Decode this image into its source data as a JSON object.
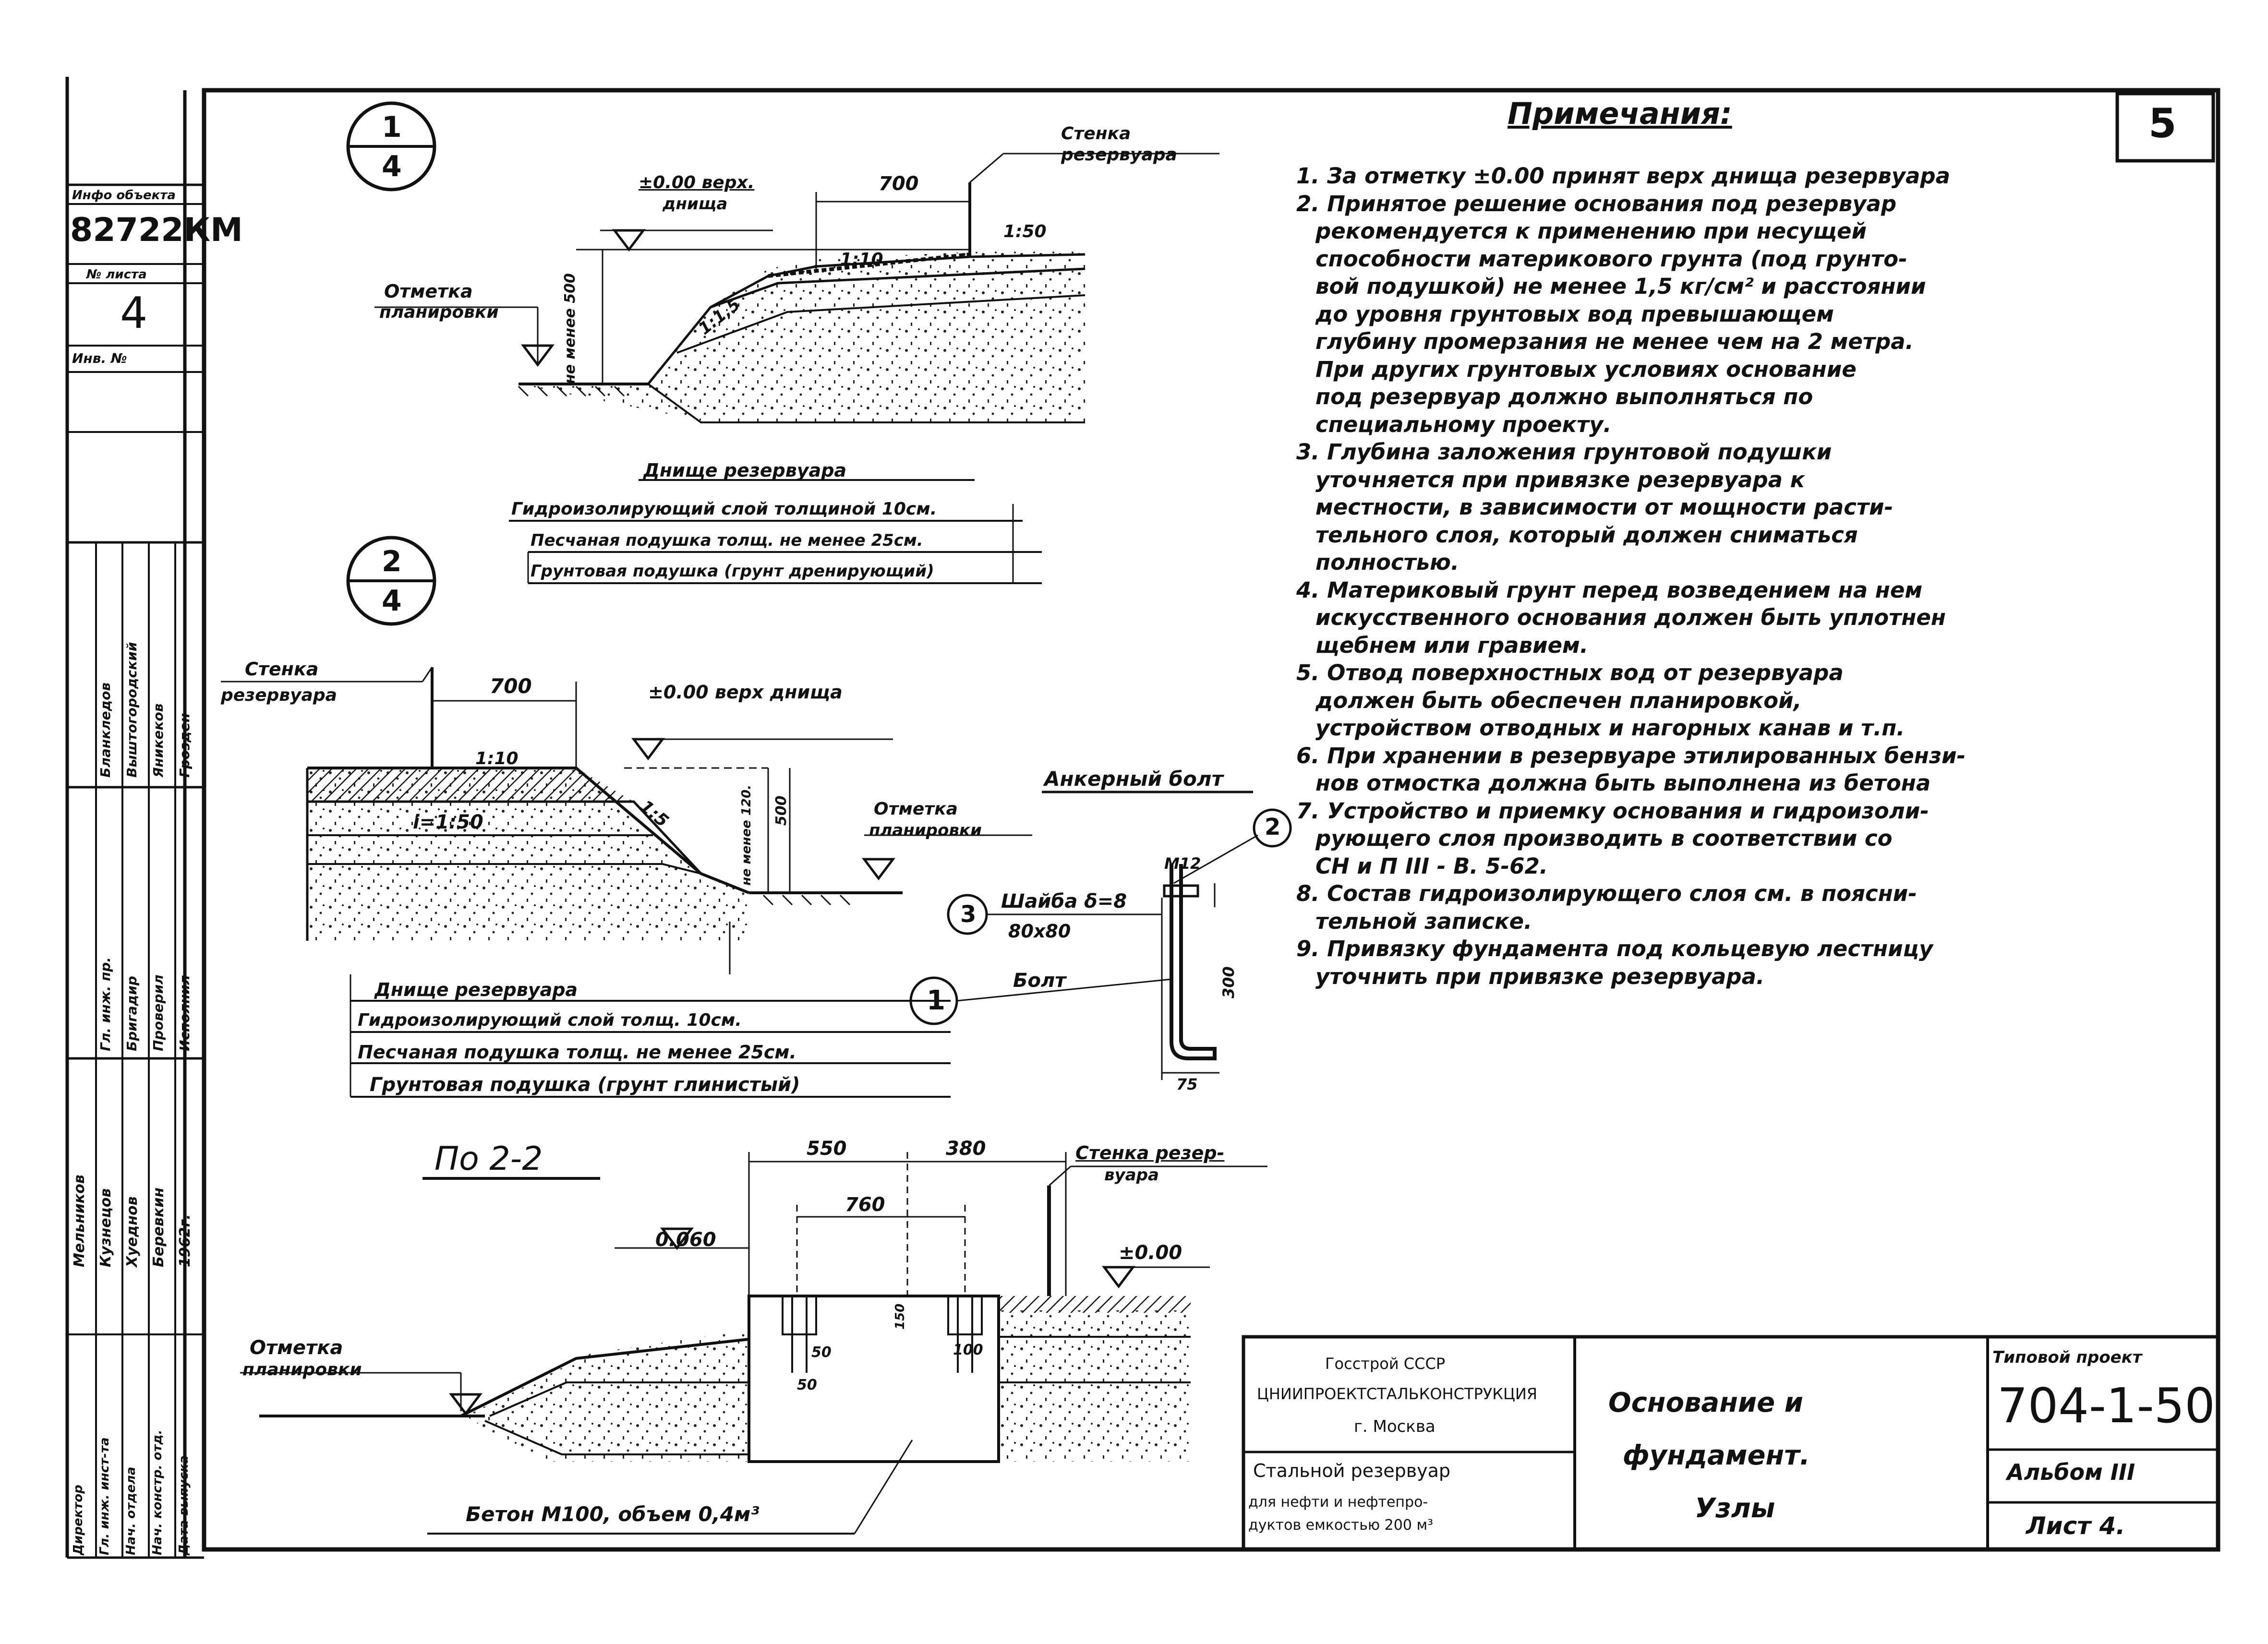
{
  "sheet_number": "5",
  "side_stamp": {
    "header1": "Инфо объекта",
    "code": "82722КМ",
    "header2": "№ листа",
    "sheet_no": "4",
    "header3": "Инв. №"
  },
  "side_roles": [
    "Директор",
    "Гл. инж. инст-та",
    "Нач. отдела",
    "Нач. констр. отд.",
    "Дата выпуска"
  ],
  "side_names": [
    "Мельников",
    "Кузнецов",
    "Хуеднов",
    "Беревкин",
    "1962г."
  ],
  "side_roles2": [
    "Гл. инж. пр.",
    "Бригадир",
    "Проверил",
    "Исполнил"
  ],
  "side_names2": [
    "Бланкледов",
    "Выштогородский",
    "Яникеков",
    "Грозден"
  ],
  "notes": {
    "title": "Примечания:",
    "lines": [
      "1. За отметку ±0.00 принят верх днища резервуара",
      "2. Принятое решение основания под резервуар",
      "рекомендуется к применению при несущей",
      "способности материкового грунта (под грунто-",
      "вой подушкой) не менее 1,5 кг/см² и расстоянии",
      "до уровня грунтовых вод превышающем",
      "глубину промерзания не менее чем на 2 метра.",
      "При других грунтовых условиях основание",
      "под резервуар должно выполняться по",
      "специальному проекту.",
      "3. Глубина заложения грунтовой подушки",
      "уточняется при привязке резервуара к",
      "местности, в зависимости от мощности расти-",
      "тельного слоя, который должен сниматься",
      "полностью.",
      "4. Материковый грунт перед возведением на нем",
      "искусственного основания должен быть уплотнен",
      "щебнем или гравием.",
      "5. Отвод поверхностных вод от резервуара",
      "должен быть обеспечен планировкой,",
      "устройством отводных и нагорных канав и т.п.",
      "6. При хранении в резервуаре этилированных бензи-",
      "нов отмостка должна быть выполнена из бетона",
      "7. Устройство и приемку основания и гидроизоли-",
      "рующего слоя производить в соответствии со",
      "СН и П III - В. 5-62.",
      "8. Состав гидроизолирующего слоя см. в поясни-",
      "тельной записке.",
      "9. Привязку фундамента под кольцевую лестницу",
      "уточнить при привязке резервуара."
    ]
  },
  "detail1": {
    "num": "1",
    "den": "4",
    "wall_label": [
      "Стенка",
      "резервуара"
    ],
    "top_label": [
      "±0.00 верх.",
      "днища"
    ],
    "dim_700": "700",
    "slope_150": "1:50",
    "slope_110": "1:10",
    "slope_115": "1:1,5",
    "dim_500": "не менее 500",
    "grade_label": [
      "Отметка",
      "планировки"
    ],
    "legend": [
      "Днище резервуара",
      "Гидроизолирующий слой толщиной 10см.",
      "Песчаная подушка толщ. не менее 25см.",
      "Грунтовая подушка (грунт дренирующий)"
    ]
  },
  "detail2": {
    "num": "2",
    "den": "4",
    "wall_label": [
      "Стенка",
      "резервуара"
    ],
    "dim_700": "700",
    "top_label": "±0.00 верх днища",
    "slope_110": "1:10",
    "slope_150": "i=1:50",
    "slope_15": "1:5",
    "dim_right": [
      "не менее 120.",
      "500"
    ],
    "grade_label": [
      "Отметка",
      "планировки"
    ],
    "legend": [
      "Днище резервуара",
      "Гидроизолирующий слой толщ. 10см.",
      "Песчаная подушка толщ. не менее 25см.",
      "Грунтовая подушка (грунт глинистый)"
    ]
  },
  "anchor": {
    "title": "Анкерный болт",
    "m12": "М12",
    "callout2": "2",
    "callout3": "3",
    "washer": "Шайба δ=8",
    "washer_size": "80x80",
    "callout1": "1",
    "bolt": "Болт",
    "dim_300": "300",
    "dim_75": "75"
  },
  "section": {
    "title": "По 2-2",
    "dim_550": "550",
    "dim_380": "380",
    "dim_760": "760",
    "wall_label": [
      "Стенка резер-",
      "вуара"
    ],
    "level_0060": "0.060",
    "level_000": "±0.00",
    "dim_150": "150",
    "dim_50a": "50",
    "dim_50b": "50",
    "dim_100": "100",
    "grade_label": [
      "Отметка",
      "планировки"
    ],
    "concrete": "Бетон М100, объем 0,4м³"
  },
  "title_block": {
    "org1": "Госстрой СССР",
    "org2": "ЦНИИПРОЕКТСТАЛЬКОНСТРУКЦИЯ",
    "org3": "г. Москва",
    "obj1": "Стальной резервуар",
    "obj2": "для нефти и нефтепро-",
    "obj3": "дуктов емкостью 200 м³",
    "name1": "Основание и",
    "name2": "фундамент.",
    "name3": "Узлы",
    "proj_label": "Типовой проект",
    "proj_num": "704-1-50",
    "album": "Альбом III",
    "sheet": "Лист 4."
  }
}
